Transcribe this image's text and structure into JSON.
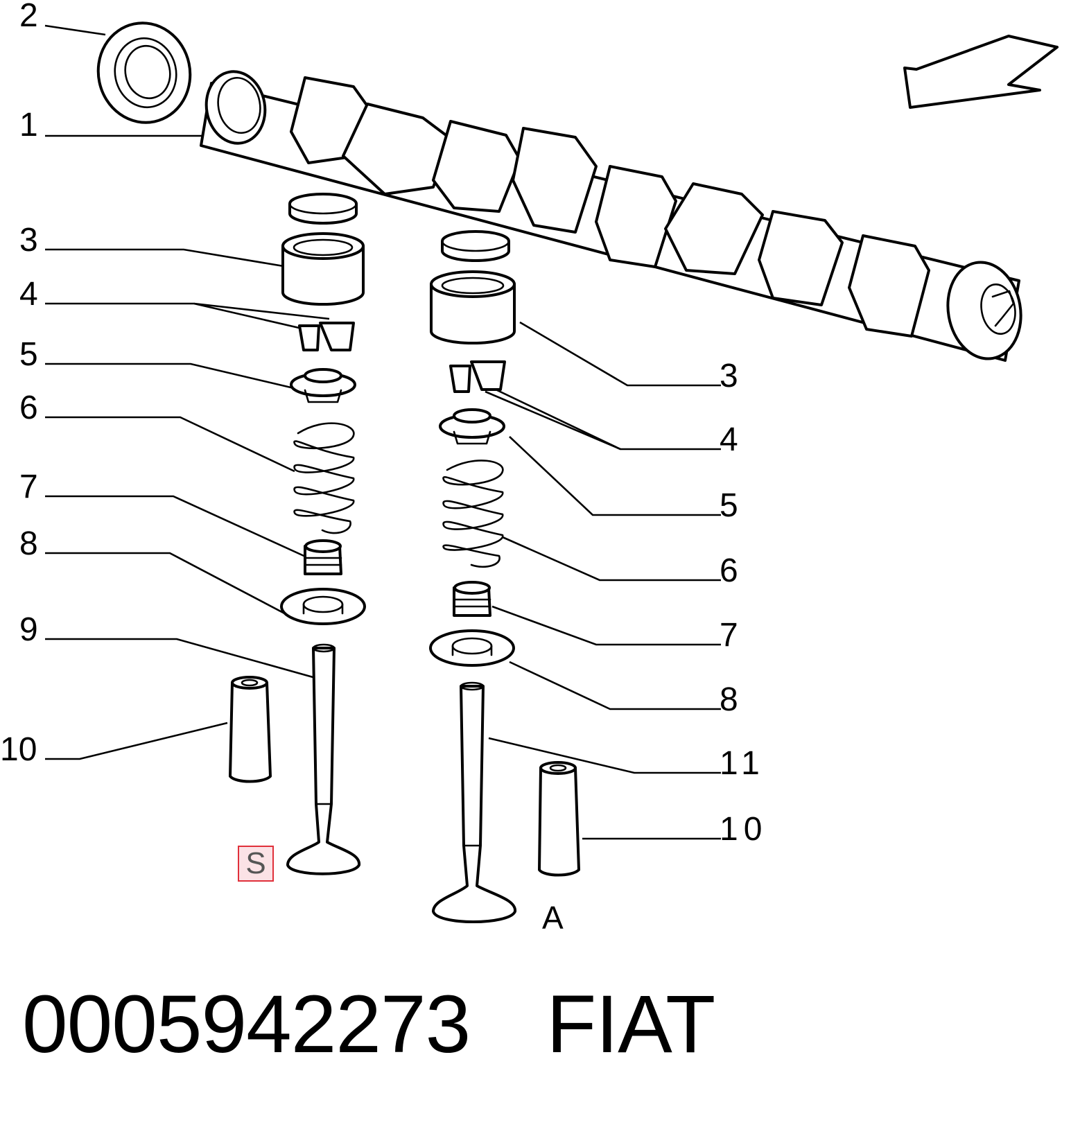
{
  "callouts_left": [
    "2",
    "1",
    "3",
    "4",
    "5",
    "6",
    "7",
    "8",
    "9",
    "10"
  ],
  "callouts_right": [
    "3",
    "4",
    "5",
    "6",
    "7",
    "8",
    "11",
    "10"
  ],
  "view_letter": "A",
  "marker_label": "S",
  "part_number": "0005942273",
  "brand": "FIAT",
  "colors": {
    "line": "#000000",
    "marker_border": "#e0303a",
    "marker_fill": "#fbe2e6"
  }
}
